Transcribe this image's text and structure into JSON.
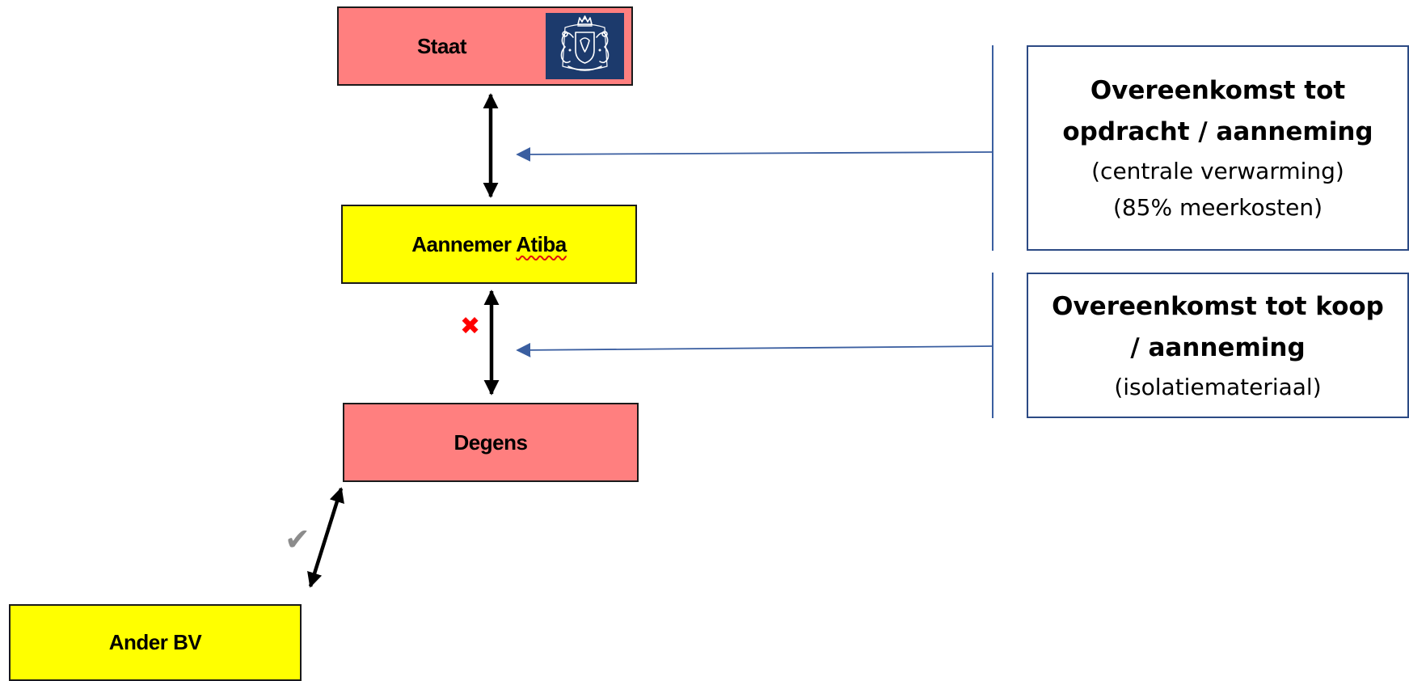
{
  "parties": {
    "staat": "Staat",
    "aannemer_word": "Aannemer",
    "aannemer_name": "Atiba",
    "degens": "Degens",
    "ander": "Ander BV"
  },
  "agreements": [
    {
      "title_lines": [
        "Overeenkomst tot",
        "opdracht / aanneming"
      ],
      "notes": [
        "(centrale verwarming)",
        "(85% meerkosten)"
      ]
    },
    {
      "title_lines": [
        "Overeenkomst tot koop",
        "/ aanneming"
      ],
      "notes": [
        "(isolatiemateriaal)"
      ]
    }
  ],
  "marks": {
    "invalid": "✖",
    "valid": "✔"
  },
  "colors": {
    "pink_box": "#ff7f7f",
    "yellow_box": "#ffff00",
    "agreement_border": "#2c4a84",
    "pointer_arrow": "#3a5ea0",
    "emblem_background": "#1c3a6c",
    "cross_mark": "#ff0000",
    "check_mark": "#8c8c8c"
  },
  "icons": {
    "emblem": "dutch-royal-coat-of-arms-icon"
  }
}
